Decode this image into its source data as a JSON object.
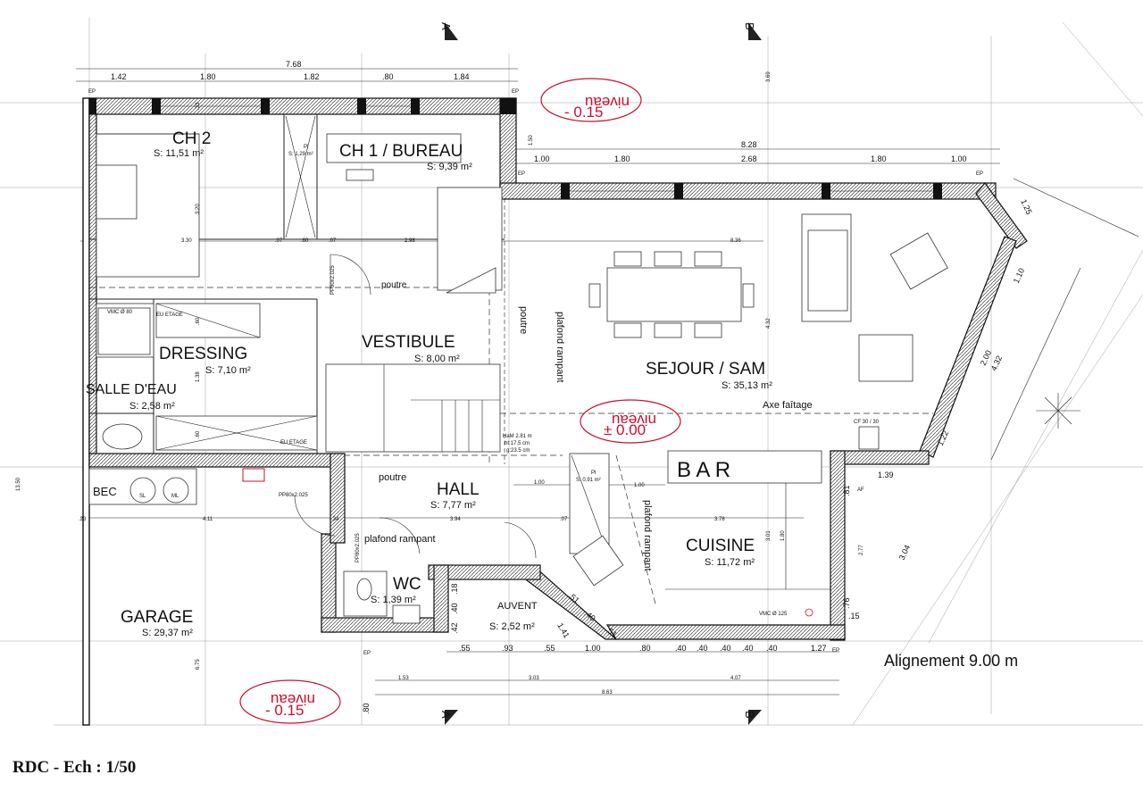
{
  "caption": "RDC - Ech : 1/50",
  "rooms": {
    "ch2": {
      "name": "CH 2",
      "area": "S: 11,51 m²"
    },
    "ch1": {
      "name": "CH 1 / BUREAU",
      "area": "S: 9,39 m²"
    },
    "dressing": {
      "name": "DRESSING",
      "area": "S: 7,10 m²"
    },
    "vestibule": {
      "name": "VESTIBULE",
      "area": "S: 8,00 m²"
    },
    "salle_eau": {
      "name": "SALLE D'EAU",
      "area": "S: 2,58 m²"
    },
    "sejour": {
      "name": "SEJOUR / SAM",
      "area": "S: 35,13 m²"
    },
    "hall": {
      "name": "HALL",
      "area": "S: 7,77 m²"
    },
    "cuisine": {
      "name": "CUISINE",
      "area": "S: 11,72 m²"
    },
    "wc": {
      "name": "WC",
      "area": "S: 1,39 m²"
    },
    "auvent": {
      "name": "AUVENT",
      "area": "S: 2,52 m²"
    },
    "garage": {
      "name": "GARAGE",
      "area": "S: 29,37 m²"
    },
    "placard1": {
      "name": "Pl",
      "area": "S: 1,29 m²"
    },
    "placard2": {
      "name": "Pl",
      "area": "S: 0,91 m²"
    }
  },
  "levels": {
    "top": {
      "word": "niveau",
      "value": "- 0.15"
    },
    "center": {
      "word": "niveau",
      "value": "± 0.00"
    },
    "bottom": {
      "word": "niveau",
      "value": "- 0.15"
    }
  },
  "labels": {
    "bar": "B A R",
    "axe": "Axe faîtage",
    "alignement": "Alignement 9.00 m",
    "poutre": "poutre",
    "plafond": "plafond rampant",
    "eu_etage": "EU ETAGE",
    "vmc80": "VMC Ø 80",
    "vmc125": "VMC Ø 125",
    "bec": "BEC",
    "sl": "SL",
    "ml": "ML",
    "cf": "CF 30 / 30",
    "af": "AF",
    "ep": "EP",
    "door1": "PP80x2.025",
    "door2": "PP80x2.025",
    "door3": "PP80x2.025",
    "stair_ha": "HaM 2.81 m",
    "stair_ht": "ht:17.5 cm",
    "stair_g": "g:23.5 cm",
    "sectA": "A",
    "sectB": "B"
  },
  "dims": {
    "top_total": "7.68",
    "top": [
      "1.42",
      "1.80",
      "1.82",
      ".80",
      "1.84"
    ],
    "sejour_total": "8.28",
    "sejour": [
      "1.00",
      "1.80",
      "2.68",
      "1.80",
      "1.00"
    ],
    "right_diag": [
      "1.25",
      "1.10",
      "2.00",
      "4.32",
      "1.22",
      "3.04"
    ],
    "bottom": [
      ".55",
      ".93",
      ".55",
      "1.00",
      ".80",
      ".40",
      ".40",
      ".40",
      ".40",
      ".40",
      "1.27"
    ],
    "bottom2": [
      "1.53",
      "3.03",
      "4.07"
    ],
    "bottom_total": "8.63",
    "inner_h1": [
      "3.30",
      ".07",
      ".60",
      ".07",
      "2.98",
      "8.36"
    ],
    "inner_h2": [
      "4.11",
      "3.94",
      ".07",
      "3.78"
    ],
    "hall_doors": [
      "1.00",
      "1.00"
    ],
    "misc": [
      "13.50",
      "3.20",
      "1.38",
      "1.50",
      "3.69",
      "4.32",
      "3.01",
      "1.80",
      "2.77",
      ".81",
      ".76",
      ".15",
      ".42",
      ".40",
      ".18",
      "1.41",
      ".51",
      ".40",
      ".51",
      "1.39",
      ".80",
      "6.75",
      ".33",
      ".23",
      ".34",
      ".60",
      ".60"
    ]
  }
}
